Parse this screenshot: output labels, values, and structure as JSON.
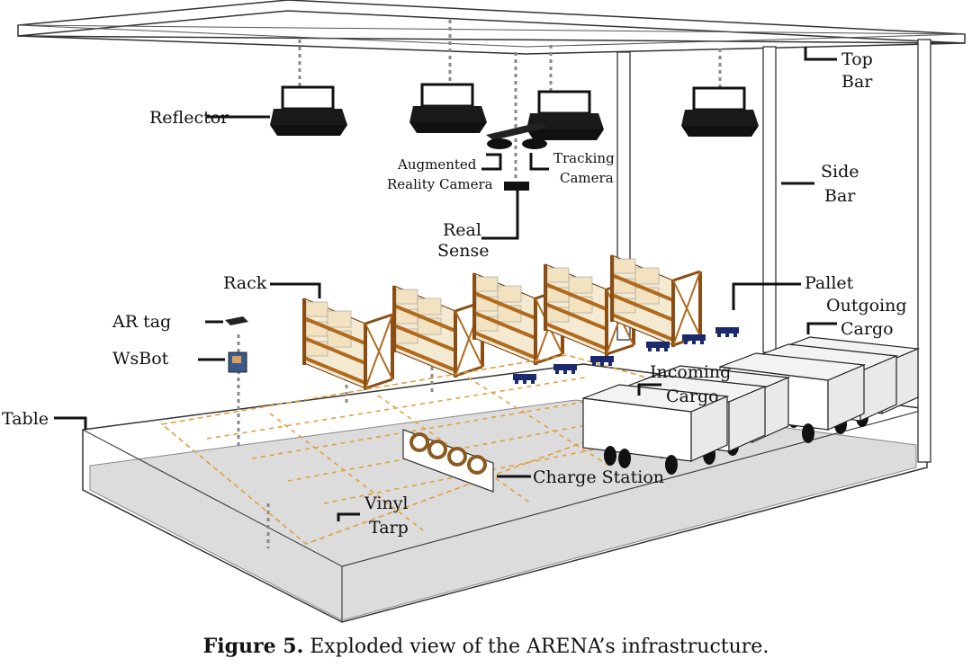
{
  "labels": {
    "top_bar_1": "Top",
    "top_bar_2": "Bar",
    "reflector": "Reflector",
    "ar_camera_1": "Augmented",
    "ar_camera_2": "Reality Camera",
    "tracking_camera_1": "Tracking",
    "tracking_camera_2": "Camera",
    "side_bar_1": "Side",
    "side_bar_2": "Bar",
    "real_sense_1": "Real",
    "real_sense_2": "Sense",
    "rack": "Rack",
    "pallet": "Pallet",
    "outgoing_cargo_1": "Outgoing",
    "outgoing_cargo_2": "Cargo",
    "ar_tag": "AR tag",
    "wsbot": "WsBot",
    "incoming_cargo_1": "Incoming",
    "incoming_cargo_2": "Cargo",
    "table": "Table",
    "charge_station": "Charge Station",
    "vinyl_tarp_1": "Vinyl",
    "vinyl_tarp_2": "Tarp"
  },
  "caption": {
    "figure_label": "Figure 5.",
    "text": "Exploded view of the ARENA’s infrastructure."
  },
  "colors": {
    "rack_wood": "#b06a1e",
    "box": "#f2e2c0",
    "tarp_lines": "#e0a040",
    "floor": "#dcdcdc",
    "pallet": "#1a2a6c"
  }
}
